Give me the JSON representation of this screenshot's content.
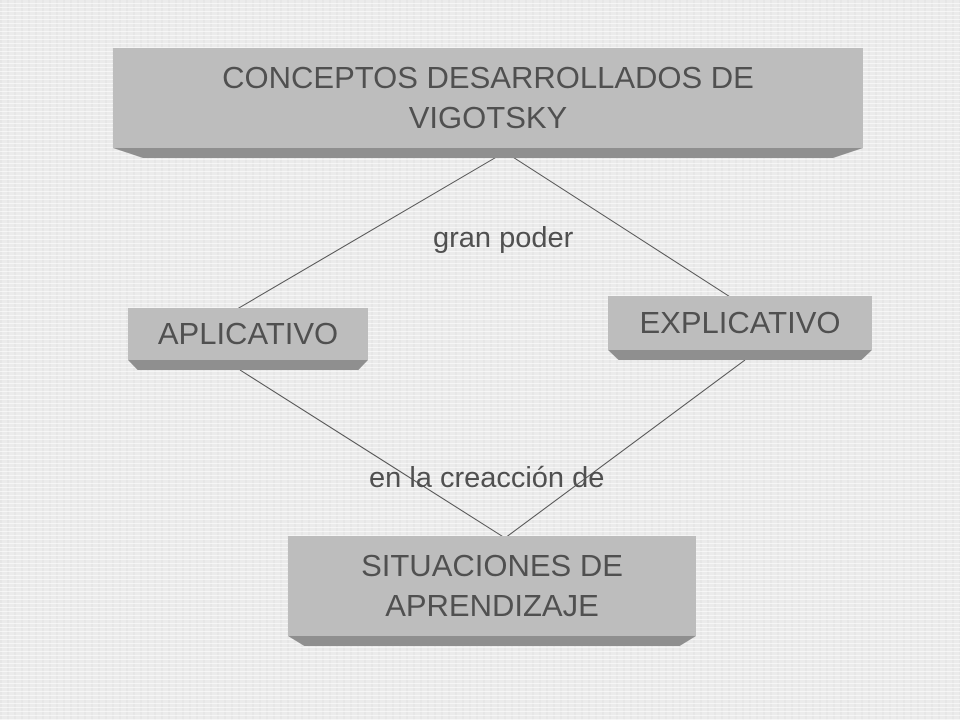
{
  "diagram": {
    "top_box": "CONCEPTOS  DESARROLLADOS  DE VIGOTSKY",
    "left_box": "APLICATIVO",
    "right_box": "EXPLICATIVO",
    "bottom_box": "SITUACIONES DE APRENDIZAJE",
    "upper_connector_label": "gran poder",
    "lower_connector_label": "en la creacción de"
  },
  "colors": {
    "box_fill": "#bdbdbd",
    "box_bevel": "#8f8f8f",
    "text": "#505050",
    "line": "#505050"
  }
}
